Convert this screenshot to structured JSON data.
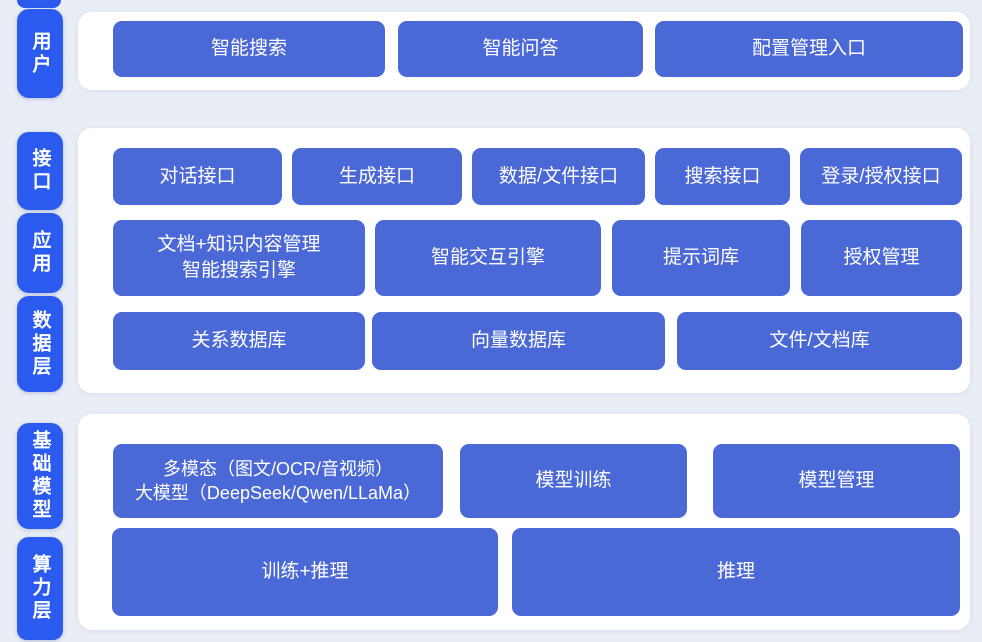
{
  "colors": {
    "background": "#e9edf5",
    "panel": "#ffffff",
    "label_blue": "#2b5bee",
    "button_blue": "#4a69d6",
    "text": "#ffffff"
  },
  "layers": {
    "user": {
      "label": "用户"
    },
    "interface": {
      "label": "接口"
    },
    "application": {
      "label": "应用"
    },
    "data": {
      "label": "数据层"
    },
    "foundation": {
      "label": "基础模型"
    },
    "compute": {
      "label": "算力层"
    }
  },
  "blocks": {
    "user_row": [
      "智能搜索",
      "智能问答",
      "配置管理入口"
    ],
    "interface_row": [
      "对话接口",
      "生成接口",
      "数据/文件接口",
      "搜索接口",
      "登录/授权接口"
    ],
    "application_row": [
      "文档+知识内容管理\n智能搜索引擎",
      "智能交互引擎",
      "提示词库",
      "授权管理"
    ],
    "data_row": [
      "关系数据库",
      "向量数据库",
      "文件/文档库"
    ],
    "foundation_row": [
      "多模态（图文/OCR/音视频）\n大模型（DeepSeek/Qwen/LLaMa）",
      "模型训练",
      "模型管理"
    ],
    "compute_row": [
      "训练+推理",
      "推理"
    ]
  }
}
